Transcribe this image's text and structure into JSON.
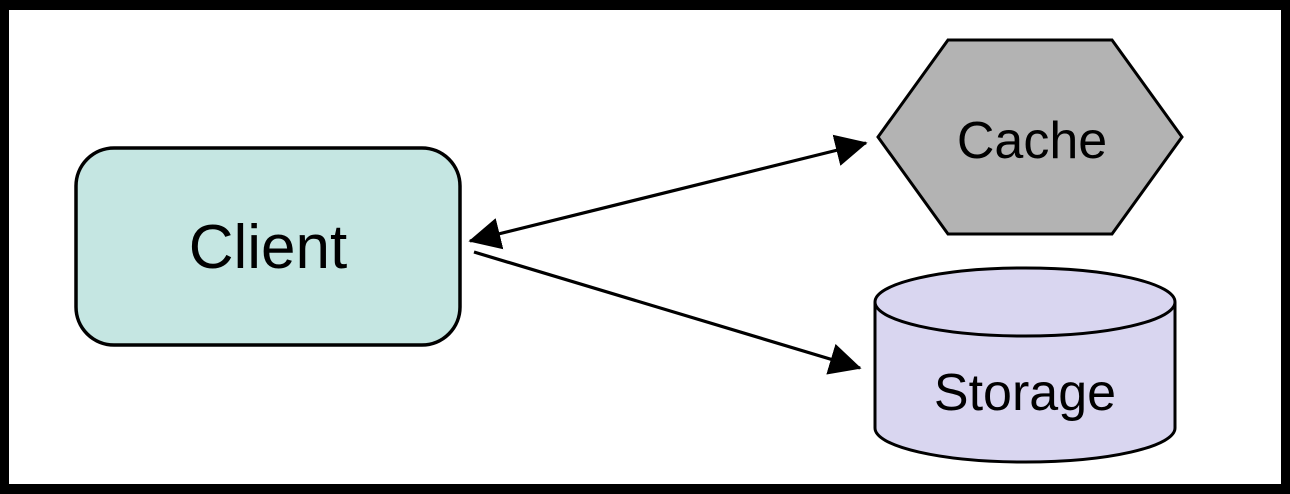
{
  "diagram": {
    "background_color": "#ffffff",
    "frame_color": "#000000",
    "edge_color": "#000000",
    "nodes": {
      "client": {
        "label": "Client",
        "shape": "rounded-rectangle",
        "fill": "#c5e6e2",
        "stroke": "#000000"
      },
      "cache": {
        "label": "Cache",
        "shape": "hexagon",
        "fill": "#b3b3b3",
        "stroke": "#000000"
      },
      "storage": {
        "label": "Storage",
        "shape": "cylinder",
        "fill": "#d9d6f0",
        "stroke": "#000000"
      }
    },
    "edges": [
      {
        "from": "client",
        "to": "cache",
        "arrows": "both"
      },
      {
        "from": "client",
        "to": "storage",
        "arrows": "forward"
      }
    ]
  }
}
